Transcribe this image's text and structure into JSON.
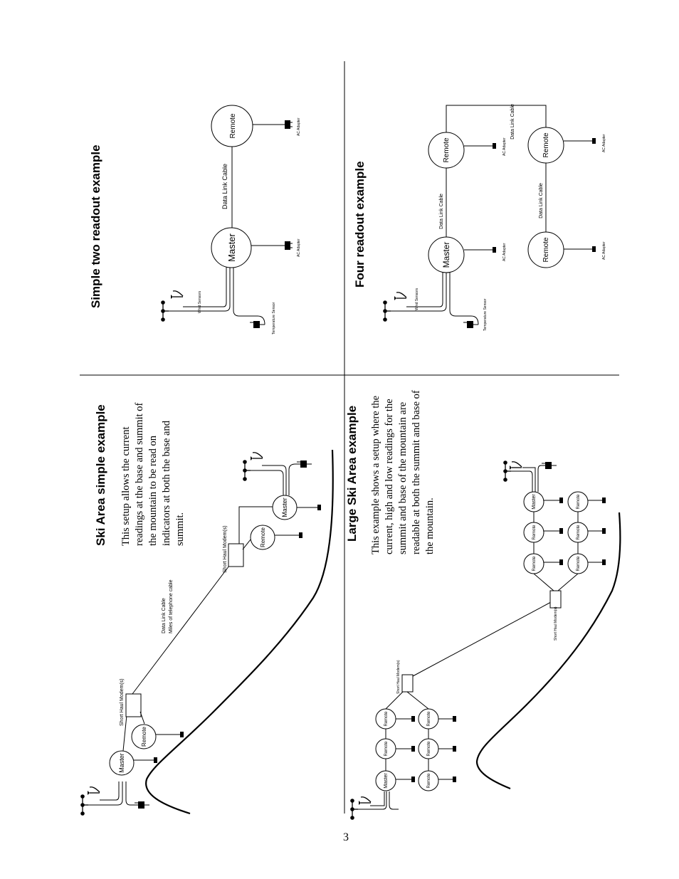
{
  "page_number": "3",
  "sections": {
    "simple_two": {
      "title": "Simple two readout example",
      "master": "Master",
      "remote": "Remote",
      "data_link_cable": "Data Link Cable",
      "ac_adapter": "AC Adapter",
      "wind_sensors": "Wind Sensors",
      "temperature_sensor": "Temperature Sensor"
    },
    "four_readout": {
      "title": "Four readout example",
      "master": "Master",
      "remote": "Remote",
      "data_link_cable": "Data Link Cable",
      "ac_adapter": "AC Adapter",
      "wind_sensors": "Wind Sensors",
      "temperature_sensor": "Temperature Sensor"
    },
    "ski_simple": {
      "title": "Ski Area simple example",
      "description_lines": [
        "This setup allows the current",
        "readings at the base and summit of",
        "the mountain to be read on",
        "indicators at both the base and",
        "summit."
      ],
      "master": "Master",
      "remote": "Remote",
      "short_haul_modem": "Short Haul Modem(s)",
      "data_link_cable": "Data Link Cable",
      "telephone_cable": "Miles of telephone cable"
    },
    "large_ski": {
      "title": "Large Ski Area example",
      "description_lines": [
        "This example shows a setup where the",
        "current, high and low readings for the",
        "summit and base of the mountain are",
        "readable at both the summit and base of",
        "the mountain."
      ],
      "master": "Master",
      "remote": "Remote",
      "short_haul_modem": "Short Haul Modem(s)"
    }
  }
}
